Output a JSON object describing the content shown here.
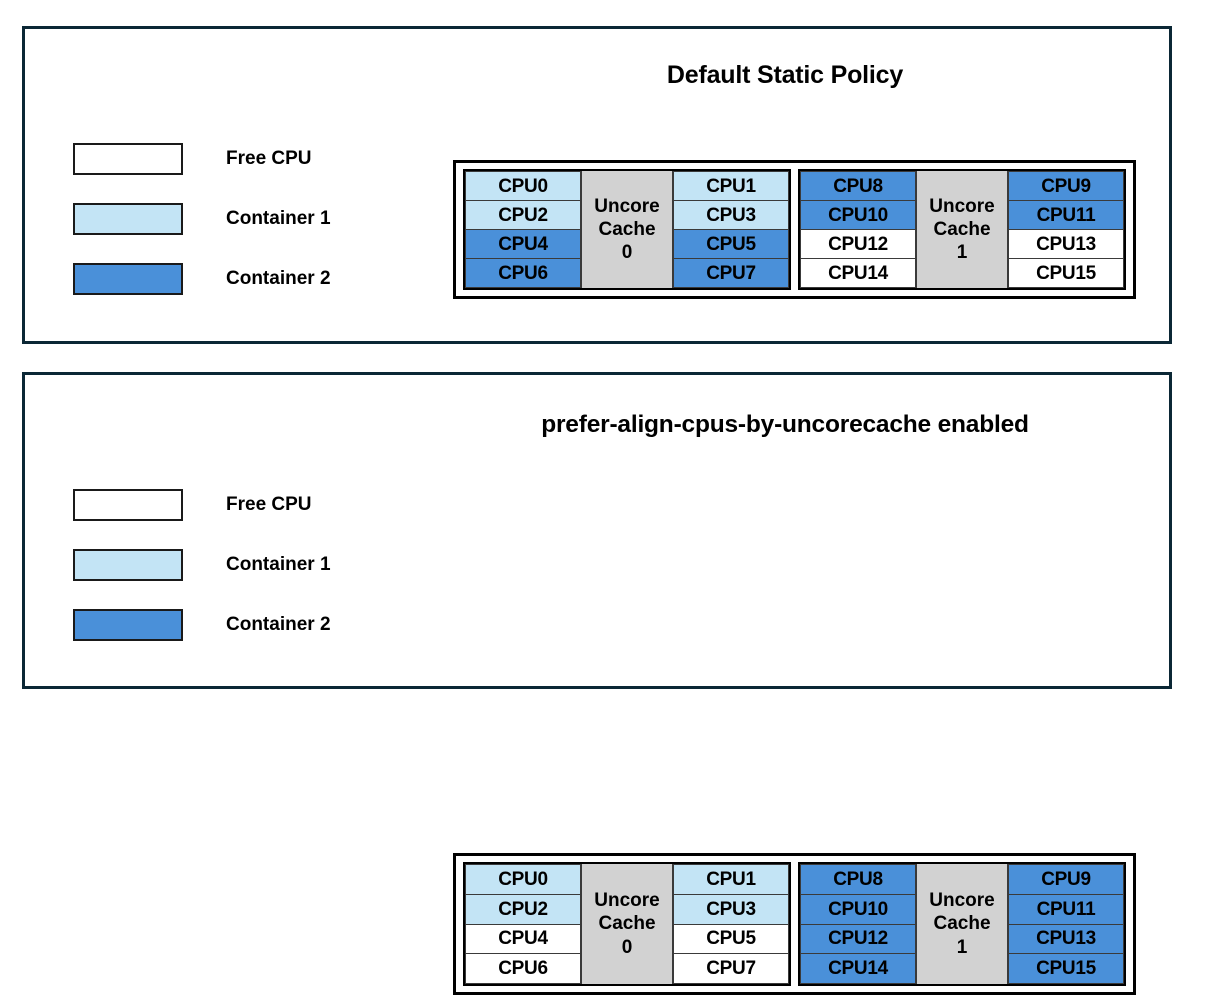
{
  "colors": {
    "free_cpu": "#ffffff",
    "container_1": "#c3e4f5",
    "container_2": "#4a90d9",
    "uncore_cache": "#d2d2d2",
    "panel_border": "#0b2735",
    "diagram_border": "#000000"
  },
  "legend": {
    "items": [
      {
        "label": "Free CPU",
        "fill": "free"
      },
      {
        "label": "Container 1",
        "fill": "c1"
      },
      {
        "label": "Container 2",
        "fill": "c2"
      }
    ]
  },
  "panels": [
    {
      "title": "Default Static Policy",
      "clusters": [
        {
          "cache_line1": "Uncore",
          "cache_line2": "Cache",
          "cache_line3": "0",
          "left_column": [
            {
              "label": "CPU0",
              "fill": "c1"
            },
            {
              "label": "CPU2",
              "fill": "c1"
            },
            {
              "label": "CPU4",
              "fill": "c2"
            },
            {
              "label": "CPU6",
              "fill": "c2"
            }
          ],
          "right_column": [
            {
              "label": "CPU1",
              "fill": "c1"
            },
            {
              "label": "CPU3",
              "fill": "c1"
            },
            {
              "label": "CPU5",
              "fill": "c2"
            },
            {
              "label": "CPU7",
              "fill": "c2"
            }
          ]
        },
        {
          "cache_line1": "Uncore",
          "cache_line2": "Cache",
          "cache_line3": "1",
          "left_column": [
            {
              "label": "CPU8",
              "fill": "c2"
            },
            {
              "label": "CPU10",
              "fill": "c2"
            },
            {
              "label": "CPU12",
              "fill": "free"
            },
            {
              "label": "CPU14",
              "fill": "free"
            }
          ],
          "right_column": [
            {
              "label": "CPU9",
              "fill": "c2"
            },
            {
              "label": "CPU11",
              "fill": "c2"
            },
            {
              "label": "CPU13",
              "fill": "free"
            },
            {
              "label": "CPU15",
              "fill": "free"
            }
          ]
        }
      ]
    },
    {
      "title": "prefer-align-cpus-by-uncorecache enabled",
      "clusters": [
        {
          "cache_line1": "Uncore",
          "cache_line2": "Cache",
          "cache_line3": "0",
          "left_column": [
            {
              "label": "CPU0",
              "fill": "c1"
            },
            {
              "label": "CPU2",
              "fill": "c1"
            },
            {
              "label": "CPU4",
              "fill": "free"
            },
            {
              "label": "CPU6",
              "fill": "free"
            }
          ],
          "right_column": [
            {
              "label": "CPU1",
              "fill": "c1"
            },
            {
              "label": "CPU3",
              "fill": "c1"
            },
            {
              "label": "CPU5",
              "fill": "free"
            },
            {
              "label": "CPU7",
              "fill": "free"
            }
          ]
        },
        {
          "cache_line1": "Uncore",
          "cache_line2": "Cache",
          "cache_line3": "1",
          "left_column": [
            {
              "label": "CPU8",
              "fill": "c2"
            },
            {
              "label": "CPU10",
              "fill": "c2"
            },
            {
              "label": "CPU12",
              "fill": "c2"
            },
            {
              "label": "CPU14",
              "fill": "c2"
            }
          ],
          "right_column": [
            {
              "label": "CPU9",
              "fill": "c2"
            },
            {
              "label": "CPU11",
              "fill": "c2"
            },
            {
              "label": "CPU13",
              "fill": "c2"
            },
            {
              "label": "CPU15",
              "fill": "c2"
            }
          ]
        }
      ]
    }
  ]
}
